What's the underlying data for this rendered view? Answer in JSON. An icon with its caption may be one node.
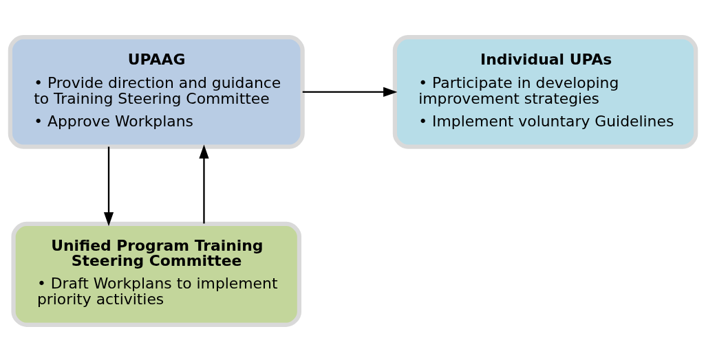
{
  "diagram": {
    "nodes": [
      {
        "text": [
          "UPAAG",
          "• Provide direction and guidance to Training Steering Committee",
          "• Approve Workplans"
        ]
      },
      {
        "text": [
          "Individual UPAs",
          "• Participate in developing improvement strategies",
          "• Implement voluntary Guidelines"
        ]
      },
      {
        "text": [
          "Unified Program Training Steering Committee",
          "• Draft Workplans to implement priority activities"
        ]
      }
    ],
    "edges": [
      {
        "from": 0,
        "to": 1,
        "arrow": "to"
      },
      {
        "from": 2,
        "to": 0,
        "arrow": "to"
      },
      {
        "from": 0,
        "to": 2,
        "arrow": "to"
      }
    ]
  }
}
